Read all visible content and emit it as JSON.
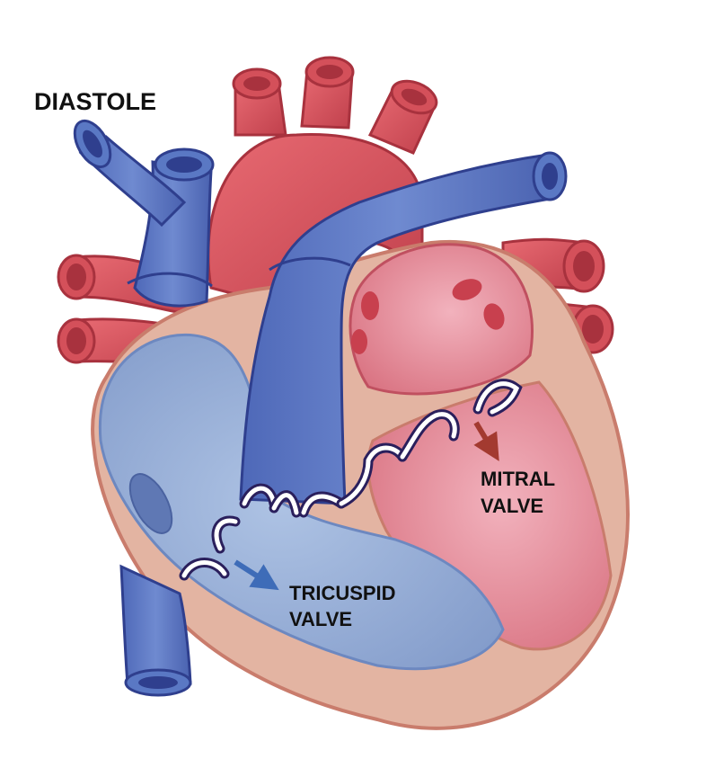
{
  "title": "DIASTOLE",
  "labels": {
    "mitral": {
      "line1": "MITRAL",
      "line2": "VALVE"
    },
    "tricuspid": {
      "line1": "TRICUSPID",
      "line2": "VALVE"
    }
  },
  "colors": {
    "artery": "#d4505a",
    "artery_dark": "#a8323e",
    "vein": "#5a78c4",
    "vein_dark": "#2f3f8e",
    "muscle": "#e3b4a2",
    "muscle_edge": "#c97c6c",
    "left_chamber": "#e08a98",
    "right_chamber": "#90aad4",
    "valve_outline": "#2a1f5c",
    "valve_fill": "#ffffff",
    "mitral_arrow": "#a33a30",
    "tricuspid_arrow": "#3e6cb8"
  }
}
